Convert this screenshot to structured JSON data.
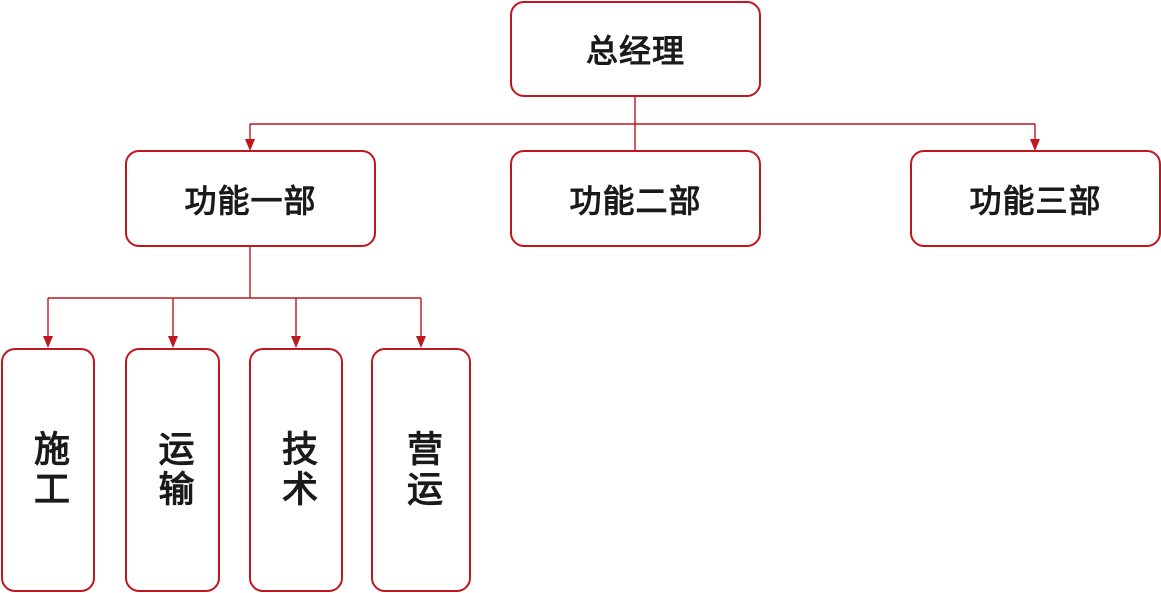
{
  "diagram": {
    "root": {
      "label": "总经理"
    },
    "departments": [
      {
        "label": "功能一部"
      },
      {
        "label": "功能二部"
      },
      {
        "label": "功能三部"
      }
    ],
    "sub_units": [
      {
        "label": "施工"
      },
      {
        "label": "运输"
      },
      {
        "label": "技术"
      },
      {
        "label": "营运"
      }
    ],
    "colors": {
      "border": "#c0161d",
      "text": "#1a1a1a",
      "background": "#ffffff"
    }
  }
}
